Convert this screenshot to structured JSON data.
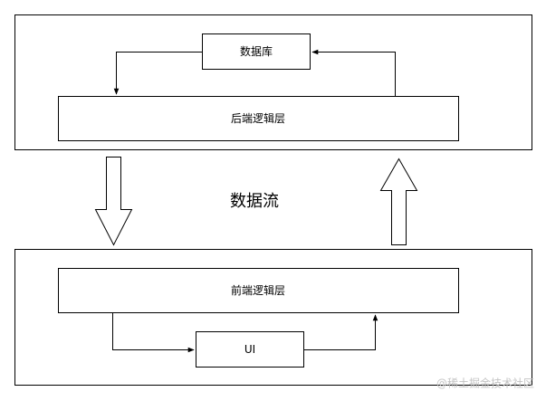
{
  "diagram": {
    "backend_group": {
      "database_label": "数据库",
      "backend_logic_label": "后端逻辑层"
    },
    "flow_label": "数据流",
    "frontend_group": {
      "frontend_logic_label": "前端逻辑层",
      "ui_label": "UI"
    },
    "watermark": "@稀土掘金技术社区"
  },
  "colors": {
    "stroke": "#000000",
    "fill": "#ffffff",
    "watermark": "#c4c4c4"
  }
}
